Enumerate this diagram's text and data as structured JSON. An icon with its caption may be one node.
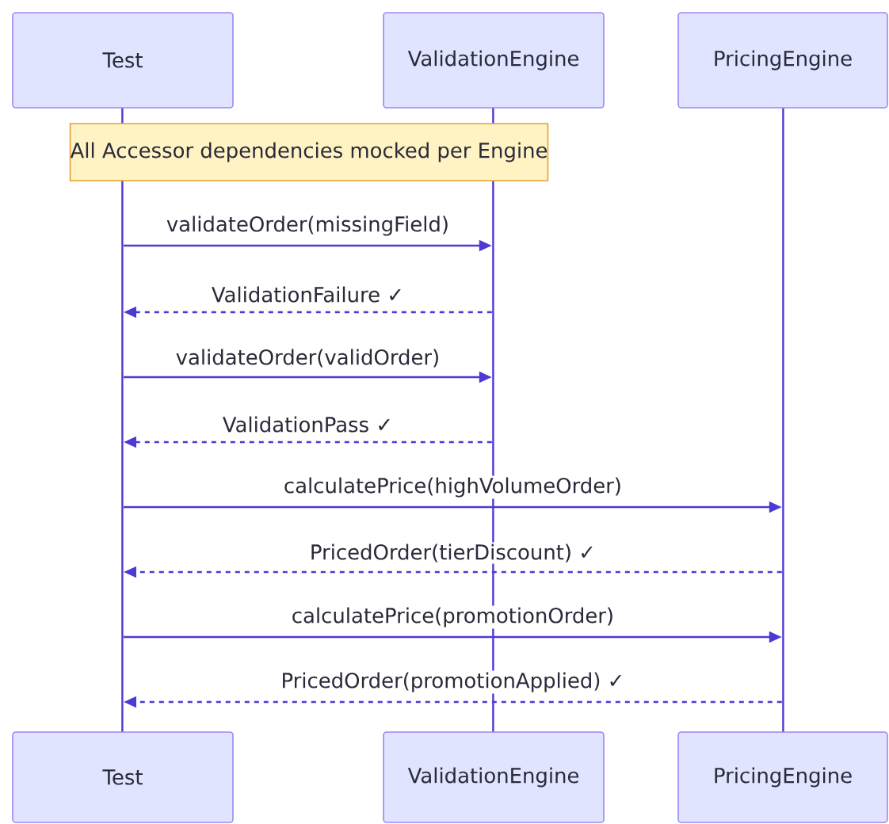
{
  "diagram": {
    "nodes": [
      {
        "text": [
          "Test"
        ]
      },
      {
        "text": [
          "ValidationEngine"
        ]
      },
      {
        "text": [
          "PricingEngine"
        ]
      },
      {
        "text": [
          "All Accessor dependencies mocked per Engine"
        ]
      },
      {
        "text": [],
        "shape": "bar"
      },
      {
        "text": [],
        "shape": "bar"
      },
      {
        "text": [],
        "shape": "bar"
      },
      {
        "text": [
          "Test"
        ]
      },
      {
        "text": [
          "ValidationEngine"
        ]
      },
      {
        "text": [
          "PricingEngine"
        ]
      }
    ],
    "edges": [
      {
        "from": 4,
        "to": 5,
        "arrow": "to",
        "label": "validateOrder(missingField)"
      },
      {
        "from": 5,
        "to": 4,
        "arrow": "to",
        "label": "ValidationFailure ✓",
        "style": "dashed"
      },
      {
        "from": 4,
        "to": 5,
        "arrow": "to",
        "label": "validateOrder(validOrder)"
      },
      {
        "from": 5,
        "to": 4,
        "arrow": "to",
        "label": "ValidationPass ✓",
        "style": "dashed"
      },
      {
        "from": 4,
        "to": 6,
        "arrow": "to",
        "label": "calculatePrice(highVolumeOrder)"
      },
      {
        "from": 6,
        "to": 4,
        "arrow": "to",
        "label": "PricedOrder(tierDiscount) ✓",
        "style": "dashed"
      },
      {
        "from": 4,
        "to": 6,
        "arrow": "to",
        "label": "calculatePrice(promotionOrder)"
      },
      {
        "from": 6,
        "to": 4,
        "arrow": "to",
        "label": "PricedOrder(promotionApplied) ✓",
        "style": "dashed"
      }
    ]
  }
}
